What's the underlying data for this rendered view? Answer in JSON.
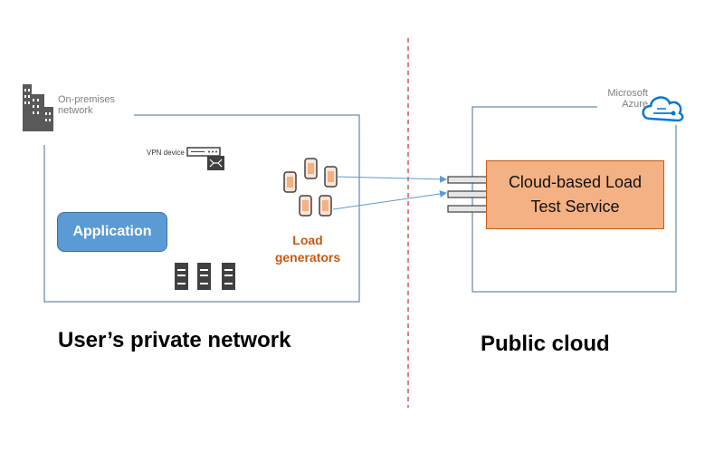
{
  "onprem": {
    "label": "On-premises\nnetwork",
    "icon": "building-icon"
  },
  "vpn": {
    "label": "VPN device",
    "icon": "vpn-router-icon"
  },
  "application": {
    "label": "Application"
  },
  "load_generators": {
    "label": "Load\ngenerators",
    "icon": "load-generator-icon",
    "color": "#c55a11"
  },
  "servers": {
    "icon": "server-icon",
    "count": 3
  },
  "azure": {
    "label": "Microsoft\nAzure",
    "icon": "azure-cloud-icon",
    "color": "#0078d4"
  },
  "cloud_service": {
    "label": "Cloud-based Load\nTest Service",
    "fill": "#f4b183"
  },
  "captions": {
    "private": "User’s private network",
    "public": "Public cloud"
  },
  "divider": {
    "style": "dashed",
    "color": "#c00000"
  }
}
